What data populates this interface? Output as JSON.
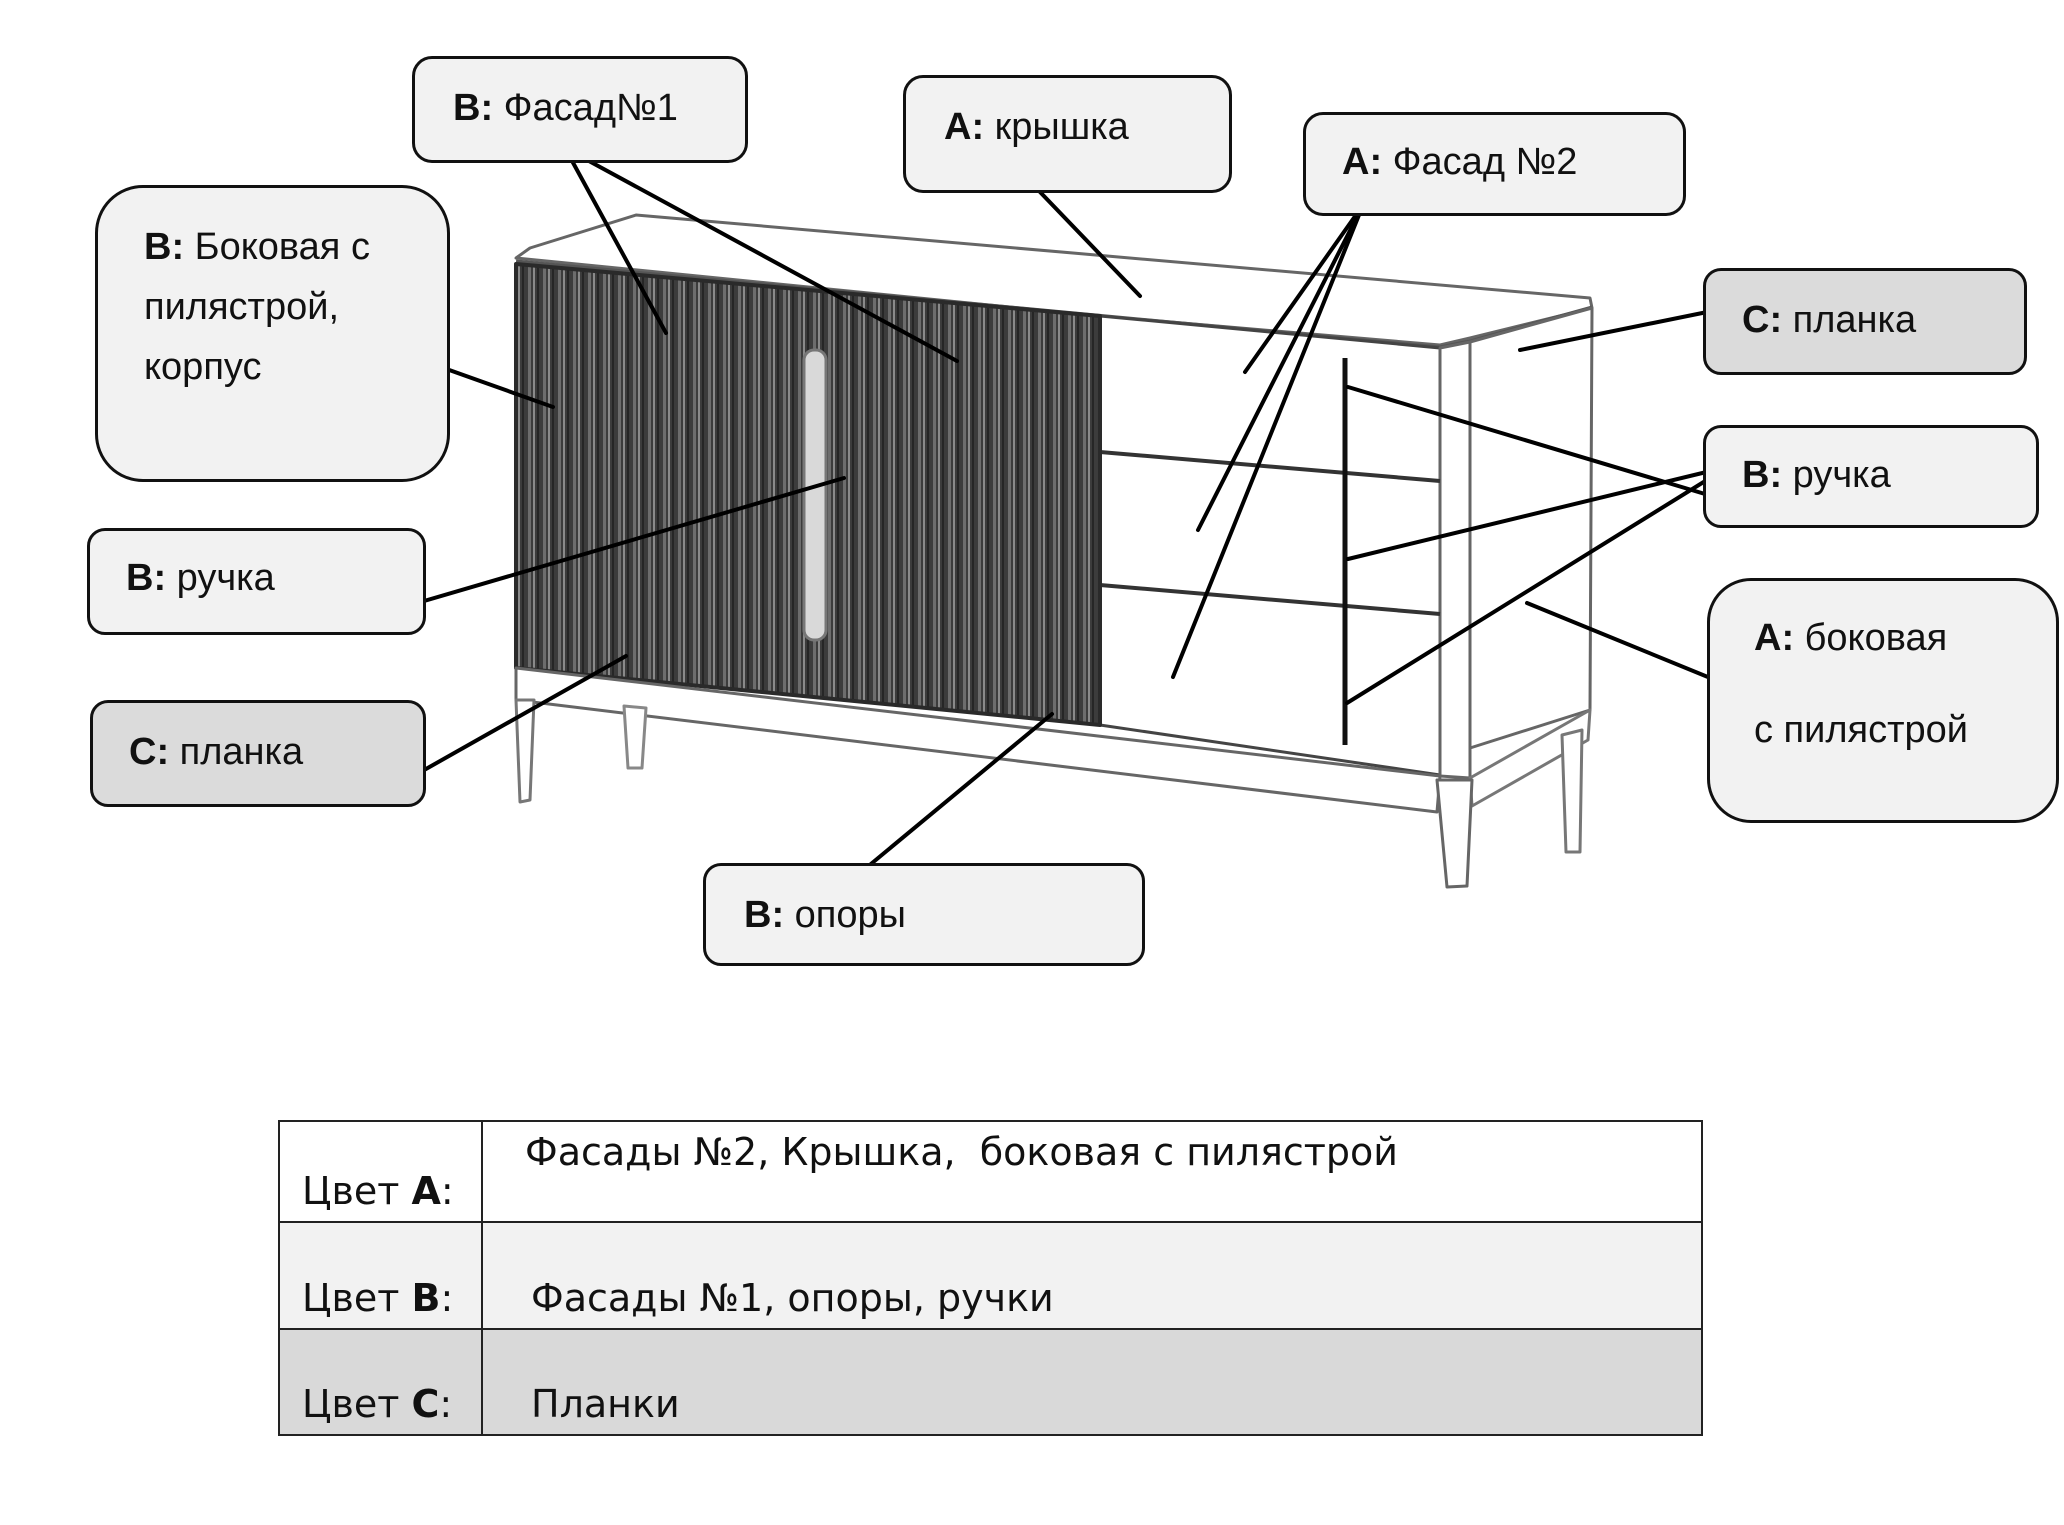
{
  "diagram": {
    "subject": "sideboard with fluted doors, three drawers and tapered legs",
    "colors": {
      "callout_fill_light": "#f2f2f2",
      "callout_fill_dark": "#dbdbdb",
      "outline": "#111111",
      "fluted_facade": "#3a3a3a",
      "table_row_a": "#ffffff",
      "table_row_b": "#f2f2f2",
      "table_row_c": "#d9d9d9"
    },
    "callouts": [
      {
        "id": "facade1",
        "key": "B:",
        "lines": [
          "Фасад№1"
        ],
        "tone": "light"
      },
      {
        "id": "side-left",
        "key": "B:",
        "lines": [
          "Боковая с",
          "пилястрой,",
          "корпус"
        ],
        "tone": "light"
      },
      {
        "id": "handle-left",
        "key": "B:",
        "lines": [
          "ручка"
        ],
        "tone": "light"
      },
      {
        "id": "strip-left",
        "key": "C:",
        "lines": [
          "планка"
        ],
        "tone": "dark"
      },
      {
        "id": "top",
        "key": "A:",
        "lines": [
          "крышка"
        ],
        "tone": "light"
      },
      {
        "id": "facade2",
        "key": "A:",
        "lines": [
          "Фасад №2"
        ],
        "tone": "light"
      },
      {
        "id": "strip-right",
        "key": "C:",
        "lines": [
          "планка"
        ],
        "tone": "dark"
      },
      {
        "id": "handle-right",
        "key": "B:",
        "lines": [
          "ручка"
        ],
        "tone": "light"
      },
      {
        "id": "side-right",
        "key": "A:",
        "lines": [
          "боковая",
          "с пилястрой"
        ],
        "tone": "light"
      },
      {
        "id": "legs",
        "key": "B:",
        "lines": [
          "опоры"
        ],
        "tone": "light"
      }
    ]
  },
  "legend": {
    "rows": [
      {
        "prefix": "Цвет ",
        "letter": "A",
        "suffix": ":",
        "value": "Фасады №2, Крышка,  боковая с пилястрой"
      },
      {
        "prefix": "Цвет ",
        "letter": "B",
        "suffix": ":",
        "value": "Фасады №1, опоры, ручки"
      },
      {
        "prefix": "Цвет ",
        "letter": "C",
        "suffix": ":",
        "value": "Планки"
      }
    ]
  }
}
